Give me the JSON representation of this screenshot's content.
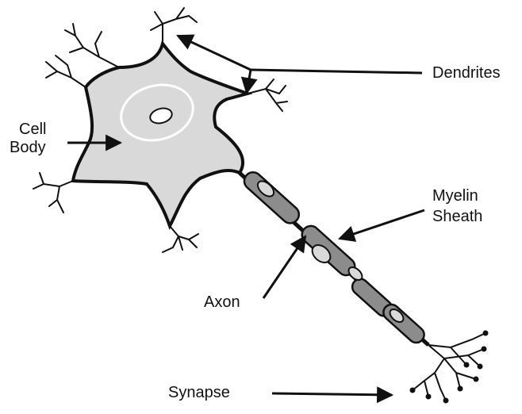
{
  "labels": {
    "dendrites": "Dendrites",
    "cell_body_1": "Cell",
    "cell_body_2": "Body",
    "myelin_1": "Myelin",
    "myelin_2": "Sheath",
    "axon": "Axon",
    "synapse": "Synapse"
  },
  "colors": {
    "ink": "#111111",
    "cell_fill": "#d9d9d9",
    "myelin_fill": "#8c8c8c",
    "background": "#ffffff"
  }
}
